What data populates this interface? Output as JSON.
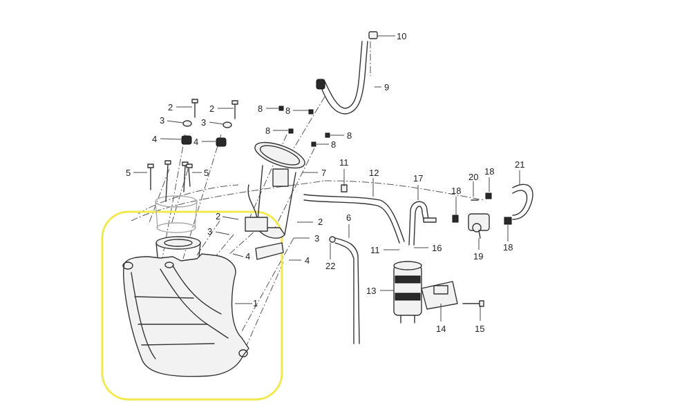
{
  "colors": {
    "highlight": "#f2e94e",
    "line": "#333333",
    "background": "#ffffff"
  },
  "callouts": {
    "c1": "1",
    "c2a": "2",
    "c2b": "2",
    "c2c": "2",
    "c2d": "2",
    "c3a": "3",
    "c3b": "3",
    "c3c": "3",
    "c3d": "3",
    "c4a": "4",
    "c4b": "4",
    "c4c": "4",
    "c4d": "4",
    "c5a": "5",
    "c5b": "5",
    "c6": "6",
    "c7": "7",
    "c8a": "8",
    "c8b": "8",
    "c8c": "8",
    "c8d": "8",
    "c8e": "8",
    "c9": "9",
    "c10": "10",
    "c11a": "11",
    "c11b": "11",
    "c12": "12",
    "c13": "13",
    "c14": "14",
    "c15": "15",
    "c16": "16",
    "c17": "17",
    "c18a": "18",
    "c18b": "18",
    "c18c": "18",
    "c19": "19",
    "c20": "20",
    "c21": "21",
    "c22": "22"
  }
}
